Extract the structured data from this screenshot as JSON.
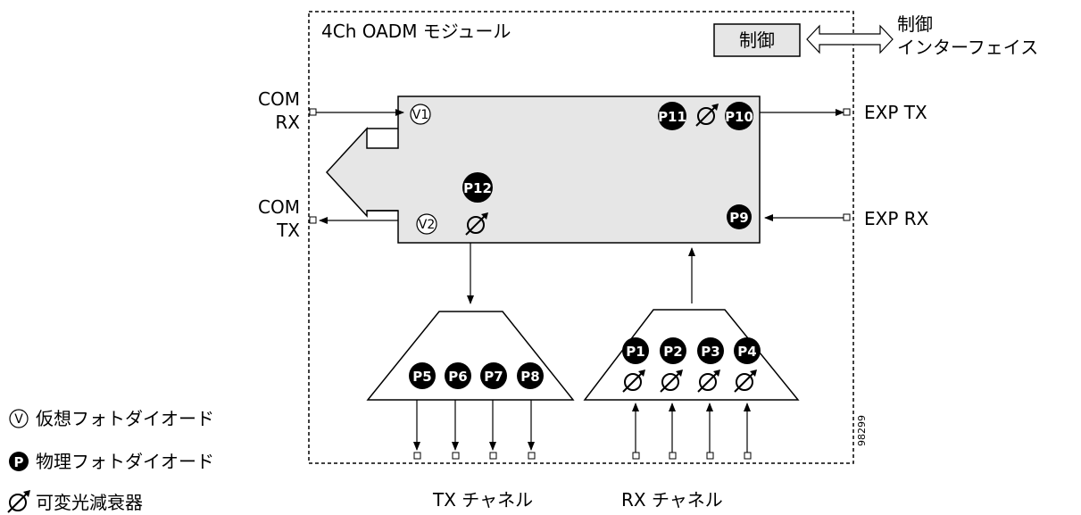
{
  "module_title": "4Ch OADM モジュール",
  "control_box": "制御",
  "control_interface": {
    "line1": "制御",
    "line2": "インターフェイス"
  },
  "ports": {
    "com_rx": [
      "COM",
      "RX"
    ],
    "com_tx": [
      "COM",
      "TX"
    ],
    "exp_tx": "EXP TX",
    "exp_rx": "EXP RX"
  },
  "virtual_photodiodes": [
    "V1",
    "V2"
  ],
  "physical_photodiodes": {
    "core": [
      "P11",
      "P10",
      "P12",
      "P9"
    ],
    "tx_demux": [
      "P5",
      "P6",
      "P7",
      "P8"
    ],
    "rx_mux": [
      "P1",
      "P2",
      "P3",
      "P4"
    ]
  },
  "channel_labels": {
    "tx": "TX チャネル",
    "rx": "RX チャネル"
  },
  "legend": [
    {
      "icon": "virtual-photodiode-icon",
      "symbol": "V",
      "label": "仮想フォトダイオード"
    },
    {
      "icon": "physical-photodiode-icon",
      "symbol": "P",
      "label": "物理フォトダイオード"
    },
    {
      "icon": "variable-attenuator-icon",
      "symbol": "",
      "label": "可変光減衰器"
    }
  ],
  "figure_number": "98299",
  "colors": {
    "core_fill": "#e6e6e6",
    "line": "#000000",
    "pd_fill": "#000000",
    "arrow_fill": "#e6e6e6"
  }
}
